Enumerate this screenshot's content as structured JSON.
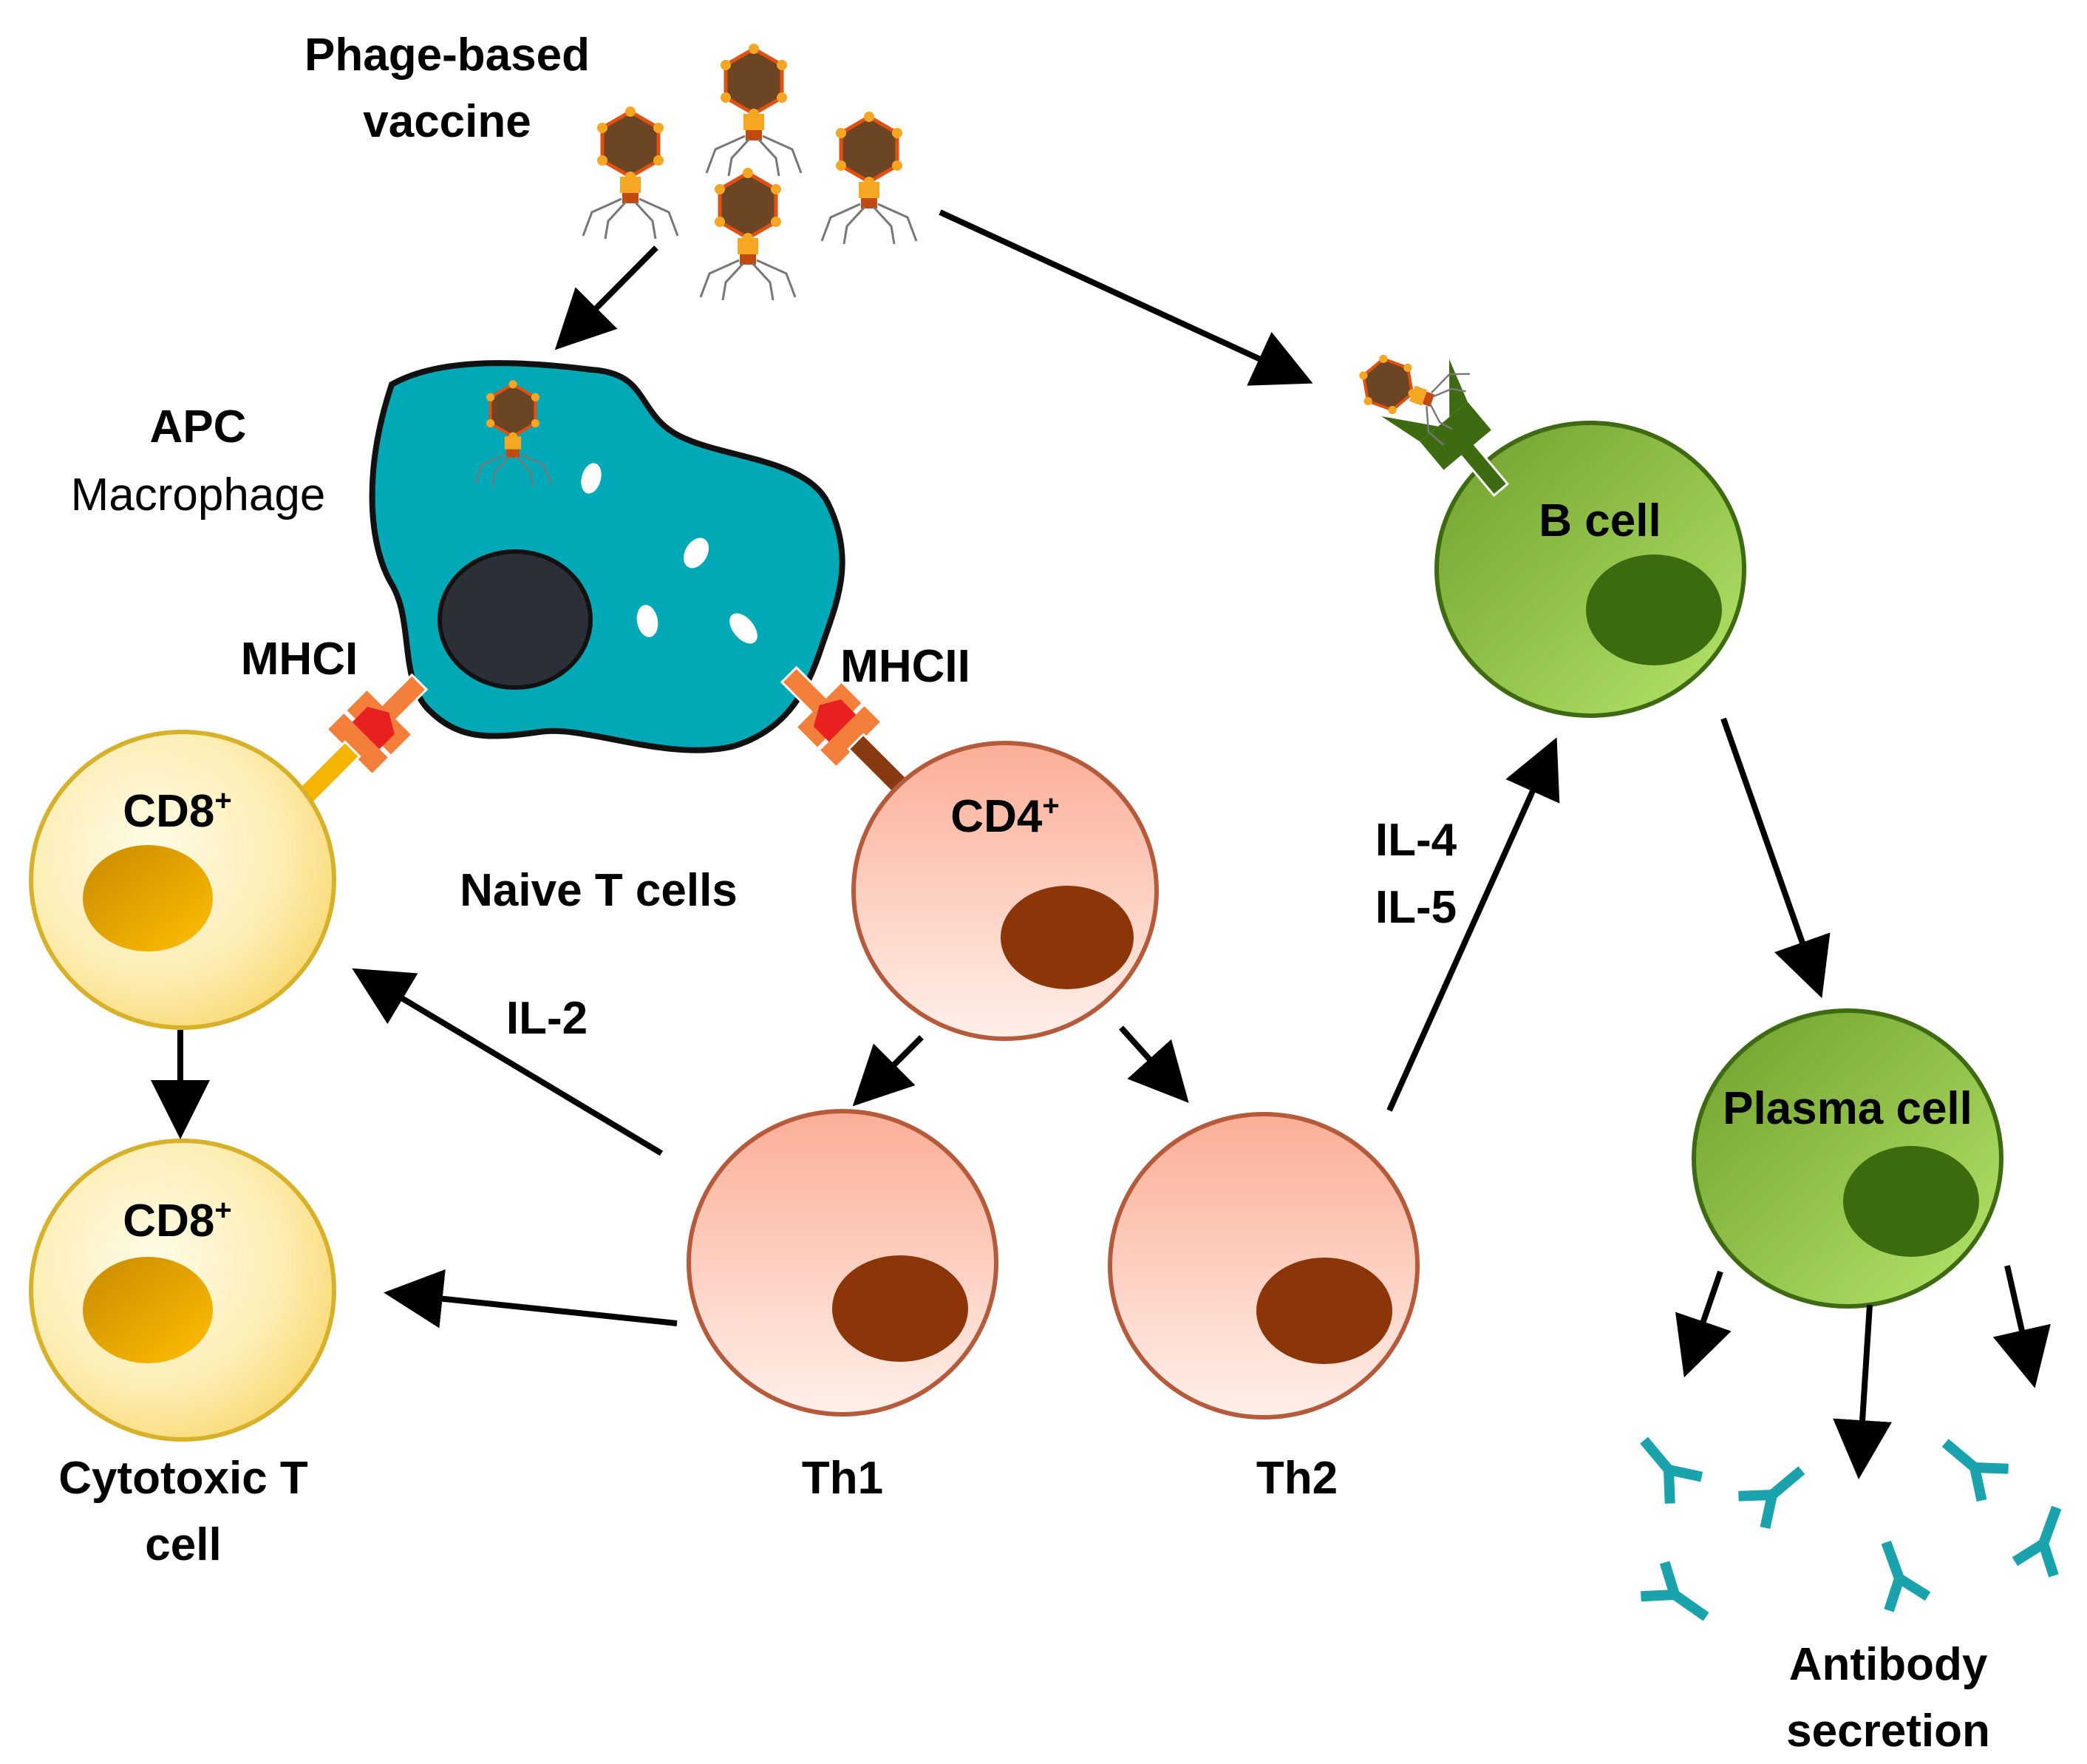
{
  "labels": {
    "phage_line1": "Phage-based",
    "phage_line2": "vaccine",
    "apc_line1": "APC",
    "apc_line2": "Macrophage",
    "mhci": "MHCI",
    "mhcii": "MHCII",
    "cd8_top_base": "CD8",
    "cd8_top_sup": "+",
    "cd8_bottom_base": "CD8",
    "cd8_bottom_sup": "+",
    "cd4_base": "CD4",
    "cd4_sup": "+",
    "naive_t_cells": "Naive T cells",
    "il2": "IL-2",
    "il4": "IL-4",
    "il5": "IL-5",
    "b_cell": "B cell",
    "plasma_cell": "Plasma cell",
    "cytotoxic_line1": "Cytotoxic T",
    "cytotoxic_line2": "cell",
    "th1": "Th1",
    "th2": "Th2",
    "antibody_line1": "Antibody",
    "antibody_line2": "secretion"
  },
  "colors": {
    "macrophage": "#00a9b5",
    "macrophage_nucleus": "#2b3038",
    "cd8_cell": "#fde290",
    "cd8_nucleus": "#f5b800",
    "t_helper_cell": "#fbb9a6",
    "t_helper_nucleus": "#8c3508",
    "b_cell": "#8fc74a",
    "b_cell_nucleus": "#3b6a0f",
    "mhc": "#f47f3a",
    "antigen": "#e82020",
    "cd8_receptor": "#f5b400",
    "cd4_receptor": "#8a3a12",
    "bcr": "#3e6a12",
    "antibody": "#1aa3ad",
    "phage_head": "#6b4524",
    "phage_knob": "#f5a623",
    "arrow": "#000000"
  },
  "icons": [
    "bacteriophage-icon",
    "antibody-icon"
  ]
}
